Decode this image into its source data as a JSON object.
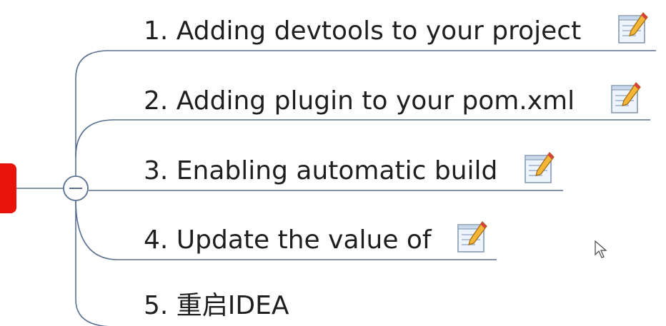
{
  "mindmap": {
    "topics": [
      {
        "label": "1. Adding devtools to your project",
        "has_note": true
      },
      {
        "label": "2. Adding plugin to your pom.xml",
        "has_note": true
      },
      {
        "label": "3. Enabling automatic build",
        "has_note": true
      },
      {
        "label": "4. Update the value of",
        "has_note": true
      },
      {
        "label": "5. 重启IDEA",
        "has_note": false
      }
    ],
    "colors": {
      "root_node": "#e8140c",
      "connector": "#5a6f8f",
      "text": "#1f1f1f"
    },
    "collapse_symbol": "−",
    "icons": {
      "note": "notepad-pencil-icon",
      "collapse": "collapse-minus-icon",
      "cursor": "mouse-pointer-icon"
    }
  }
}
